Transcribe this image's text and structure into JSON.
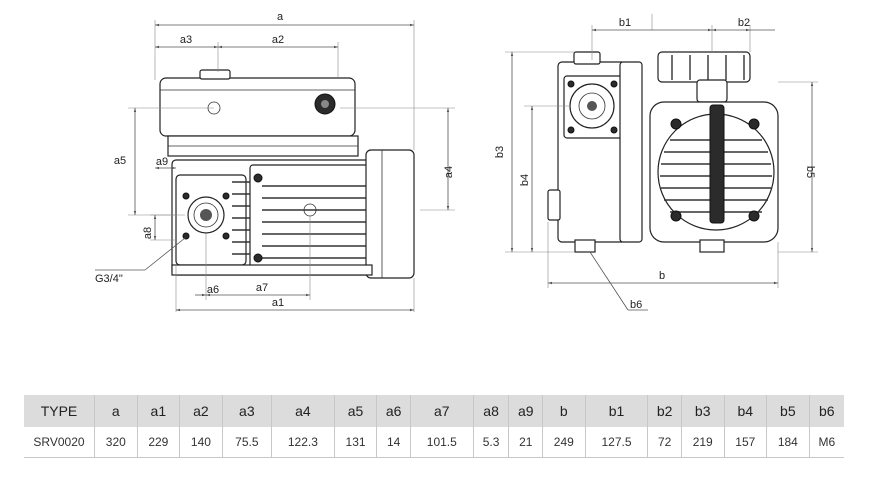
{
  "labels": {
    "a": "a",
    "a1": "a1",
    "a2": "a2",
    "a3": "a3",
    "a4": "a4",
    "a5": "a5",
    "a6": "a6",
    "a7": "a7",
    "a8": "a8",
    "a9": "a9",
    "b": "b",
    "b1": "b1",
    "b2": "b2",
    "b3": "b3",
    "b4": "b4",
    "b5": "b5",
    "b6": "b6",
    "port": "G3/4\""
  },
  "table": {
    "headers": [
      "TYPE",
      "a",
      "a1",
      "a2",
      "a3",
      "a4",
      "a5",
      "a6",
      "a7",
      "a8",
      "a9",
      "b",
      "b1",
      "b2",
      "b3",
      "b4",
      "b5",
      "b6"
    ],
    "rows": [
      [
        "SRV0020",
        "320",
        "229",
        "140",
        "75.5",
        "122.3",
        "131",
        "14",
        "101.5",
        "5.3",
        "21",
        "249",
        "127.5",
        "72",
        "219",
        "157",
        "184",
        "M6"
      ]
    ]
  }
}
